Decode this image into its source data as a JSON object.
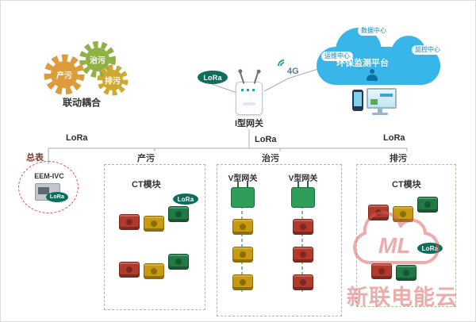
{
  "palette": {
    "gear_orange": "#dd9b3a",
    "gear_green": "#8fb043",
    "gear_yellow": "#cfa832",
    "cloud_blue": "#38b6e9",
    "lora_badge": "#0e6e5c",
    "module_red": "#b23a2c",
    "module_yellow": "#c79a10",
    "module_green": "#1f7a45",
    "gateway_green": "#2f9e5a",
    "line_gray": "#a8adb3",
    "chain_green": "#2f8e66",
    "box_border": "#b5b5b5",
    "paiwu_border": "#a4c996",
    "meter_circle": "#e05555",
    "meter_label": "#7a3b2e",
    "watermark_red": "#dc5a5a",
    "text_dark": "#333333"
  },
  "gears": {
    "produce": "产污",
    "treat": "治污",
    "discharge": "排污",
    "caption": "联动耦合"
  },
  "gateway": {
    "label": "I型网关",
    "lora_badge": "LoRa"
  },
  "uplink": {
    "label": "4G"
  },
  "cloud": {
    "title": "环保监测平台",
    "bubbles": [
      "数据中心",
      "运维中心",
      "监控中心"
    ]
  },
  "trunk": {
    "lora_left": "LoRa",
    "lora_center": "LoRa",
    "lora_right": "LoRa"
  },
  "meter": {
    "label": "总表",
    "device": "EEM-IVC",
    "lora_badge": "LoRa"
  },
  "boxes": {
    "chanwu": {
      "label": "产污",
      "module_label": "CT模块",
      "lora_badge": "LoRa",
      "clusters": [
        [
          "red",
          "yellow",
          "green"
        ],
        [
          "red",
          "yellow",
          "green"
        ]
      ]
    },
    "zhiwu": {
      "label": "治污",
      "gateway_left": "V型网关",
      "gateway_right": "V型网关",
      "left_chain": [
        "yellow",
        "yellow",
        "yellow"
      ],
      "right_chain": [
        "red",
        "red",
        "red"
      ]
    },
    "paiwu": {
      "label": "排污",
      "module_label": "CT模块",
      "lora_badge": "LoRa",
      "clusters": [
        [
          "red",
          "yellow",
          "green"
        ],
        [
          "red",
          "green"
        ]
      ]
    }
  },
  "watermark": {
    "logo": "ML",
    "text": "新联电能云"
  }
}
